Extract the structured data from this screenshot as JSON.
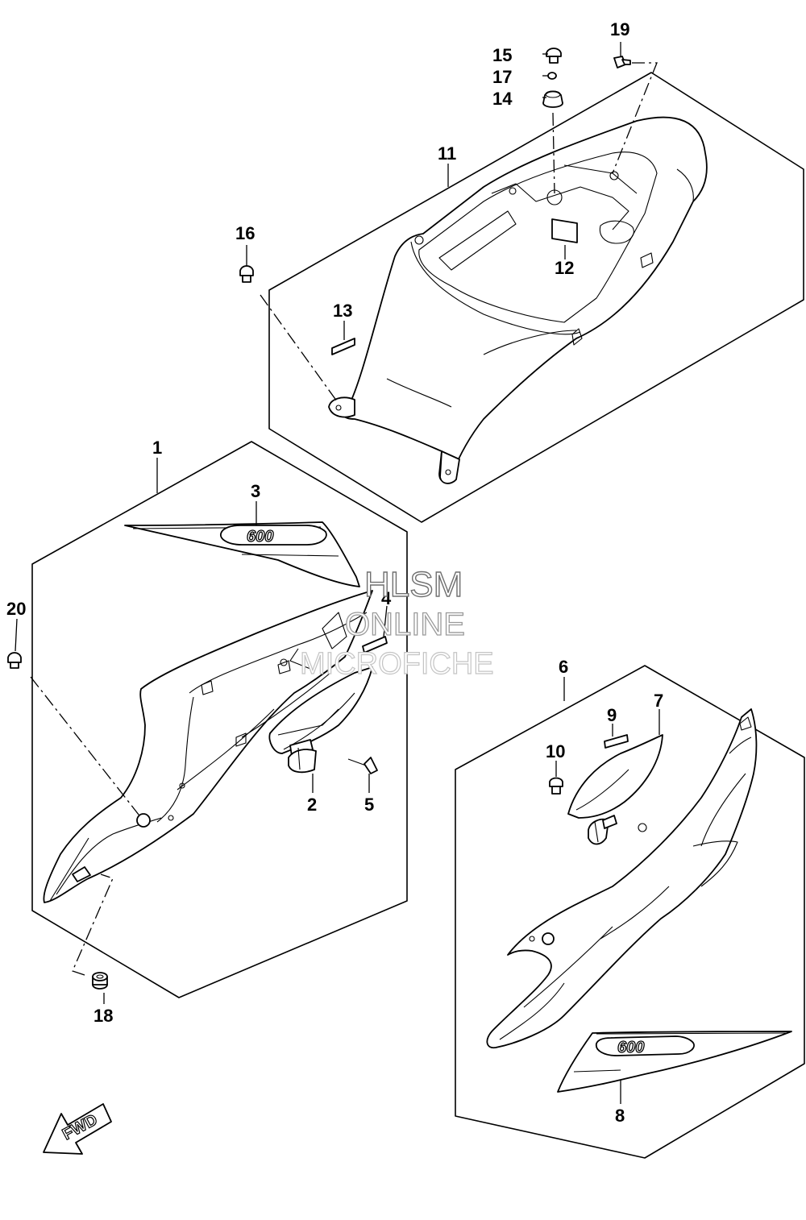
{
  "callouts": [
    {
      "id": "c1",
      "label": "1"
    },
    {
      "id": "c2",
      "label": "2"
    },
    {
      "id": "c3",
      "label": "3"
    },
    {
      "id": "c4",
      "label": "4"
    },
    {
      "id": "c5",
      "label": "5"
    },
    {
      "id": "c6",
      "label": "6"
    },
    {
      "id": "c7",
      "label": "7"
    },
    {
      "id": "c8",
      "label": "8"
    },
    {
      "id": "c9",
      "label": "9"
    },
    {
      "id": "c10",
      "label": "10"
    },
    {
      "id": "c11",
      "label": "11"
    },
    {
      "id": "c12",
      "label": "12"
    },
    {
      "id": "c13",
      "label": "13"
    },
    {
      "id": "c14",
      "label": "14"
    },
    {
      "id": "c15",
      "label": "15"
    },
    {
      "id": "c16",
      "label": "16"
    },
    {
      "id": "c17",
      "label": "17"
    },
    {
      "id": "c18",
      "label": "18"
    },
    {
      "id": "c19",
      "label": "19"
    },
    {
      "id": "c20",
      "label": "20"
    }
  ],
  "watermark": {
    "line1": "HLSM",
    "line2": "ONLINE",
    "line3": "MICROFICHE"
  },
  "fwd_label": "FWD",
  "decal_text": "600"
}
